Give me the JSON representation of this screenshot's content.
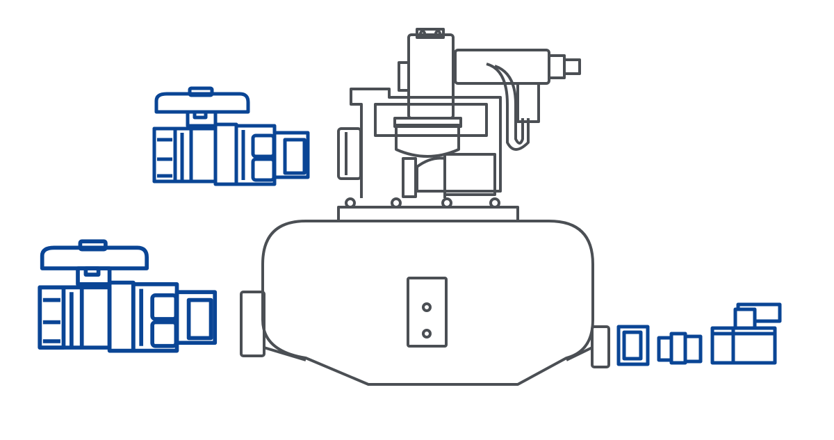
{
  "illustration": {
    "subjects": [
      "pump-unit",
      "ball-valve-large",
      "ball-valve-small",
      "pipe-fittings",
      "mini-ball-valve"
    ],
    "colors": {
      "pump_outline": "#4b4f54",
      "valve_outline": "#0a4595",
      "background": "#ffffff"
    }
  }
}
